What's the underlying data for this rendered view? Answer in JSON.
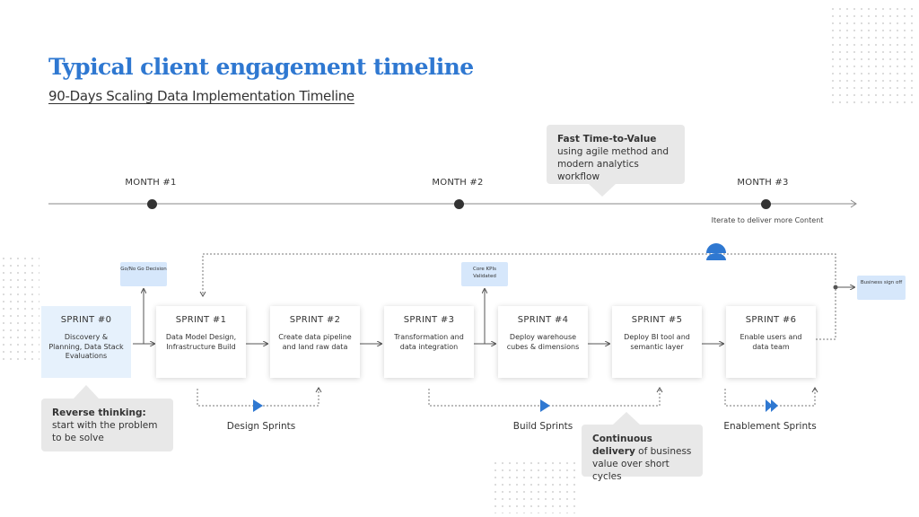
{
  "title": "Typical client engagement timeline",
  "subtitle": "90-Days Scaling Data Implementation Timeline",
  "months": [
    "MONTH #1",
    "MONTH #2",
    "MONTH #3"
  ],
  "iterate_note": "Iterate to deliver more Content",
  "callouts": {
    "fast": {
      "bold": "Fast Time-to-Value",
      "rest": " using agile method and modern analytics workflow"
    },
    "reverse": {
      "bold": "Reverse thinking:",
      "rest": " start with the problem to be solve"
    },
    "continuous": {
      "bold": "Continuous delivery",
      "rest": " of business value over short cycles"
    }
  },
  "tags": {
    "gonogo": "Go/No Go Decision",
    "kpis": "Core KPIs Validated",
    "signoff": "Business sign off"
  },
  "sprints": [
    {
      "name": "SPRINT #0",
      "desc": "Discovery & Planning, Data Stack Evaluations"
    },
    {
      "name": "SPRINT #1",
      "desc": "Data Model Design, Infrastructure Build"
    },
    {
      "name": "SPRINT #2",
      "desc": "Create data pipeline and land raw data"
    },
    {
      "name": "SPRINT #3",
      "desc": "Transformation and data integration"
    },
    {
      "name": "SPRINT #4",
      "desc": "Deploy warehouse cubes & dimensions"
    },
    {
      "name": "SPRINT #5",
      "desc": "Deploy BI tool and semantic layer"
    },
    {
      "name": "SPRINT #6",
      "desc": "Enable users and data team"
    }
  ],
  "phases": [
    "Design Sprints",
    "Build Sprints",
    "Enablement Sprints"
  ],
  "colors": {
    "accent": "#2f78d1",
    "bubble": "#e8e8e8",
    "tag": "#d6e7fb",
    "first_card": "#e6f1fc"
  }
}
